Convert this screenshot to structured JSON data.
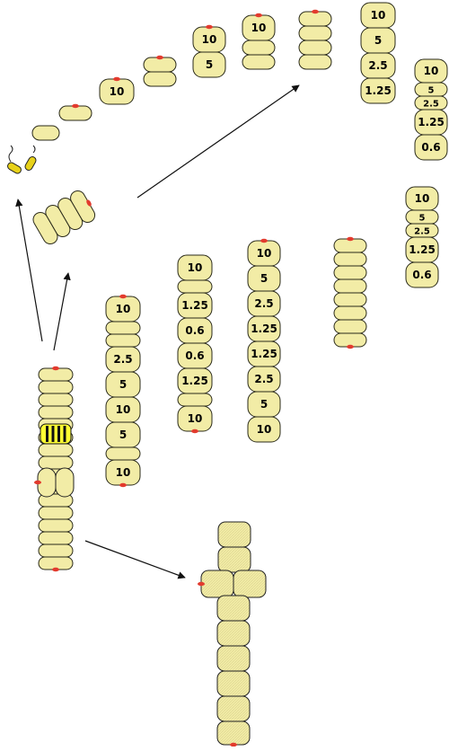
{
  "colors": {
    "cell_fill": "#f2eca6",
    "cell_stroke": "#2a2a1a",
    "pole_marker": "#e23b2e",
    "bacterium_fill": "#e8d21a",
    "stripe_fill": "#ffff33",
    "arrow": "#111111"
  },
  "filaments": {
    "arc_pair": [
      "",
      ""
    ],
    "arc_short": [
      "10"
    ],
    "arc_double": [
      "",
      ""
    ],
    "arc_10_5_left": [
      "10",
      "5"
    ],
    "arc_10_mid": [
      "10",
      "",
      ""
    ],
    "arc_three": [
      "",
      "",
      ""
    ],
    "arc_10_5_2_5_1_25": [
      "10",
      "5",
      "2.5",
      "1.25"
    ],
    "right_top": [
      "10",
      "5",
      "2.5",
      "1.25",
      "0.6"
    ],
    "right_bottom": [
      "10",
      "5",
      "2.5",
      "1.25",
      "0.6"
    ],
    "col_a": [
      "10",
      "",
      "",
      "2.5",
      "5",
      "10",
      "5",
      "",
      "10"
    ],
    "col_b": [
      "10",
      "",
      "1.25",
      "0.6",
      "0.6",
      "1.25",
      "",
      "10"
    ],
    "col_c": [
      "10",
      "5",
      "2.5",
      "1.25",
      "1.25",
      "2.5",
      "5",
      "10"
    ],
    "col_d": [
      "",
      "",
      "",
      "",
      "",
      "",
      "",
      ""
    ]
  }
}
